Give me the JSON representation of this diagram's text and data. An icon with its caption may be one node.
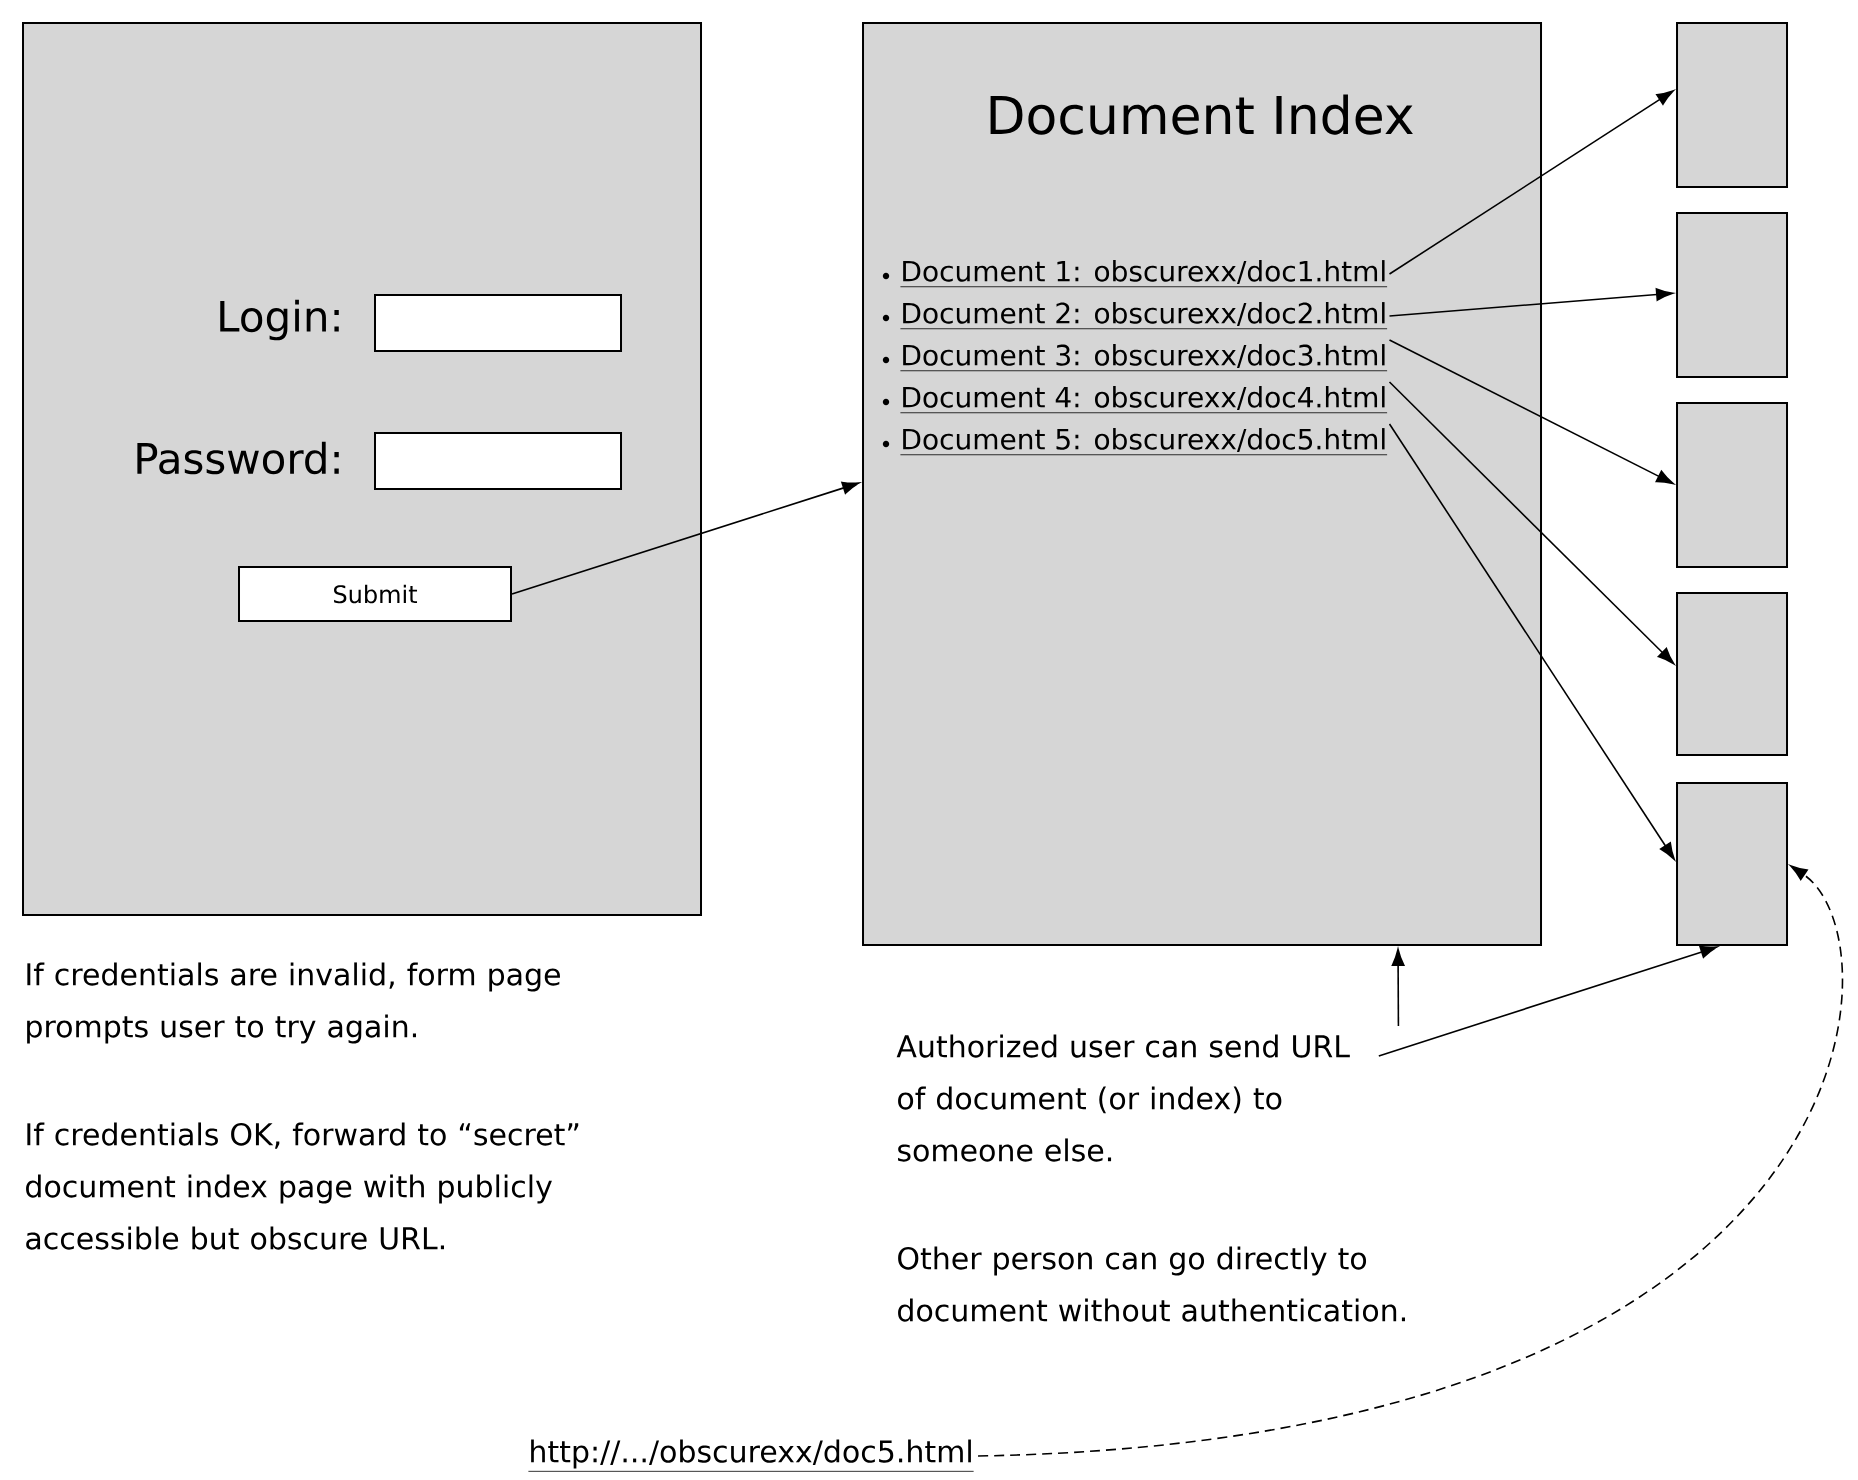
{
  "diagram": {
    "nodes": [
      {
        "text": [],
        "shape": "box"
      },
      {
        "text": [],
        "shape": "box",
        "in": 0
      },
      {
        "text": [],
        "shape": "box",
        "in": 0
      },
      {
        "text": [
          "Submit"
        ],
        "in": 0
      },
      {
        "text": [
          "Document Index"
        ]
      },
      {
        "text": [
          "Document 1: obscurexx/doc1.html"
        ],
        "in": 4
      },
      {
        "text": [
          "Document 2: obscurexx/doc2.html"
        ],
        "in": 4
      },
      {
        "text": [
          "Document 3: obscurexx/doc3.html"
        ],
        "in": 4
      },
      {
        "text": [
          "Document 4: obscurexx/doc4.html"
        ],
        "in": 4
      },
      {
        "text": [
          "Document 5: obscurexx/doc5.html"
        ],
        "in": 4
      },
      {
        "text": [],
        "shape": "box"
      },
      {
        "text": [],
        "shape": "box"
      },
      {
        "text": [],
        "shape": "box"
      },
      {
        "text": [],
        "shape": "box"
      },
      {
        "text": [],
        "shape": "box"
      },
      {
        "text": [
          "Authorized user can send URL of document (or index) to someone else."
        ]
      },
      {
        "text": [
          "http://.../obscurexx/doc5.html"
        ]
      }
    ],
    "edges": [
      {
        "from": 3,
        "to": 4,
        "arrow": "to"
      },
      {
        "from": 5,
        "to": 10,
        "arrow": "to"
      },
      {
        "from": 6,
        "to": 11,
        "arrow": "to"
      },
      {
        "from": 7,
        "to": 12,
        "arrow": "to"
      },
      {
        "from": 8,
        "to": 13,
        "arrow": "to"
      },
      {
        "from": 9,
        "to": 14,
        "arrow": "to"
      },
      {
        "from": 15,
        "to": 4,
        "arrow": "to"
      },
      {
        "from": 15,
        "to": 14,
        "arrow": "to"
      },
      {
        "from": 16,
        "to": 14,
        "arrow": "to",
        "style": "dashed"
      }
    ],
    "labels": [
      "Login:",
      "Password:",
      "If credentials are invalid, form page prompts user to try again.",
      "If credentials OK, forward to “secret” document index page with publicly accessible but obscure URL.",
      "Other person can go directly to document without authentication."
    ]
  }
}
